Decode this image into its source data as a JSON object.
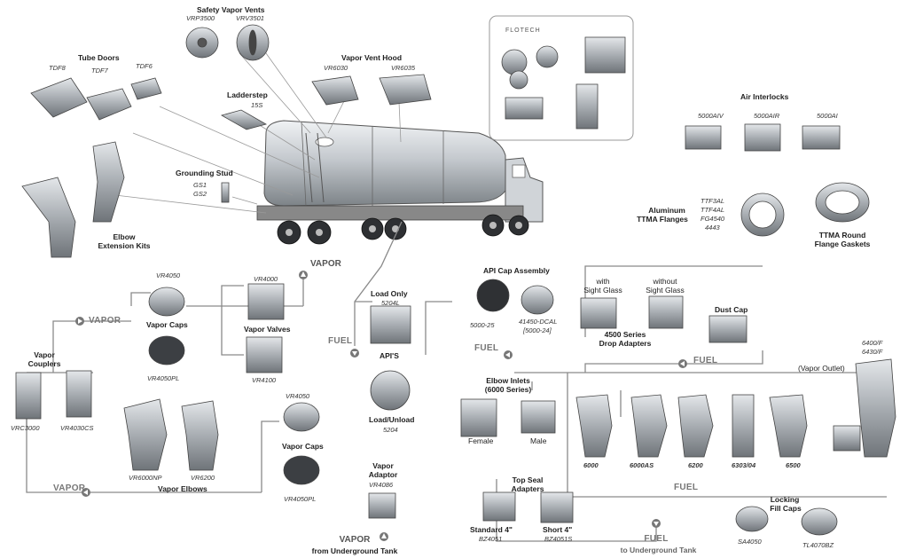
{
  "labels": {
    "safety_vents": "Safety Vapor Vents",
    "vrp3500": "VRP3500",
    "vrv3501": "VRV3501",
    "tube_doors": "Tube Doors",
    "tdf8": "TDF8",
    "tdf7": "TDF7",
    "tdf6": "TDF6",
    "vent_hood": "Vapor Vent Hood",
    "vr6030": "VR6030",
    "vr6035": "VR6035",
    "ladderstep": "Ladderstep",
    "ls15": "15S",
    "grounding": "Grounding Stud",
    "gs1": "GS1",
    "gs2": "GS2",
    "elbow_ext_1": "Elbow",
    "elbow_ext_2": "Extension Kits",
    "air_interlocks": "Air Interlocks",
    "ai5000aiv": "5000AIV",
    "ai5000air": "5000AIR",
    "ai5000ai": "5000AI",
    "alum_1": "Aluminum",
    "alum_2": "TTMA Flanges",
    "ttf3al": "TTF3AL",
    "ttf4al": "TTF4AL",
    "fg4540": "FG4540",
    "p4443": "4443",
    "gaskets_1": "TTMA Round",
    "gaskets_2": "Flange Gaskets",
    "vapor_up": "VAPOR",
    "vr4050_top": "VR4050",
    "vapor_caps_top": "Vapor Caps",
    "vr4050pl_top": "VR4050PL",
    "vr4000": "VR4000",
    "vapor_valves": "Vapor Valves",
    "vr4100": "VR4100",
    "vapor_left": "VAPOR",
    "couplers_1": "Vapor",
    "couplers_2": "Couplers",
    "vrc3000": "VRC3000",
    "vr4030cs": "VR4030CS",
    "load_only": "Load Only",
    "p5204l": "5204L",
    "fuel_left": "FUEL",
    "apis": "API'S",
    "load_unload": "Load/Unload",
    "p5204": "5204",
    "api_cap": "API Cap Assembly",
    "p5000_25": "5000-25",
    "p41450": "41450-DCAL",
    "p5000_24": "[5000-24]",
    "with": "with",
    "sight_glass_1": "Sight Glass",
    "without": "without",
    "sight_glass_2": "Sight Glass",
    "drop_1": "4500 Series",
    "drop_2": "Drop Adapters",
    "dust_cap": "Dust Cap",
    "fuel_mid": "FUEL",
    "fuel_right": "FUEL",
    "p6400f": "6400/F",
    "p6430f": "6430/F",
    "vapor_outlet": "(Vapor Outlet)",
    "elbow_inlets_1": "Elbow Inlets",
    "elbow_inlets_2": "(6000 Series)",
    "female": "Female",
    "male": "Male",
    "p6000": "6000",
    "p6000as": "6000AS",
    "p6200r": "6200",
    "p6303": "6303/04",
    "p6500": "6500",
    "vr4050_bot": "VR4050",
    "vapor_caps_bot": "Vapor Caps",
    "vr4050pl_bot": "VR4050PL",
    "vr6000np": "VR6000NP",
    "vr6200": "VR6200",
    "vapor_bottom": "VAPOR",
    "vapor_elbows": "Vapor Elbows",
    "adaptor_1": "Vapor",
    "adaptor_2": "Adaptor",
    "vr4086": "VR4086",
    "vapor_ut_1": "VAPOR",
    "vapor_ut_2": "from Underground Tank",
    "top_seal_1": "Top Seal",
    "top_seal_2": "Adapters",
    "standard": "Standard 4\"",
    "bz4051": "BZ4051",
    "short": "Short 4\"",
    "bz4051s": "BZ4051S",
    "fuel_ut_1": "FUEL",
    "fuel_ut_2": "to Underground Tank",
    "fuel_bottom": "FUEL",
    "locking_1": "Locking",
    "locking_2": "Fill Caps",
    "sa4050": "SA4050",
    "tl4070bz": "TL4070BZ",
    "flotech": "FLOTECH"
  },
  "colors": {
    "line": "#8a8a8a",
    "part": "#9ea3a8",
    "part_dark": "#4a4d52",
    "tank": "#c8ccd0"
  }
}
